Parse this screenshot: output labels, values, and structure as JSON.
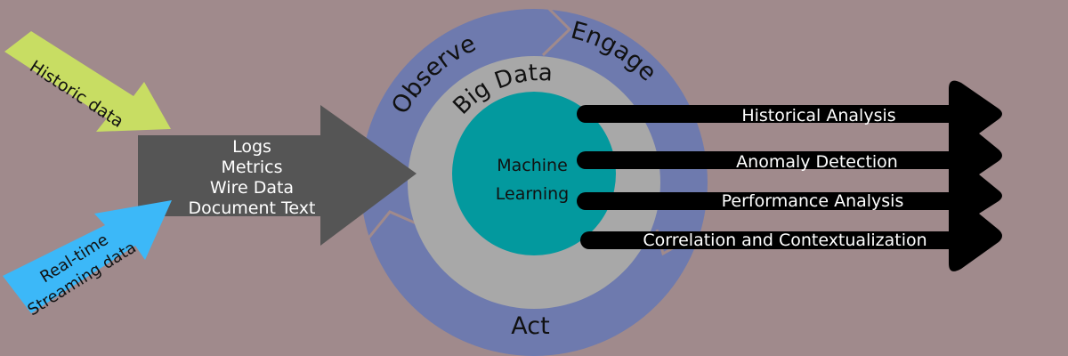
{
  "colors": {
    "background": "#a08a8c",
    "historic_arrow": "#c8dd63",
    "realtime_arrow": "#3cb8f8",
    "input_arrow": "#555555",
    "outer_ring": "#6e7aae",
    "big_data_ring": "#a8a8a8",
    "ml_core": "#03999e",
    "output_bars": "#000000",
    "text_dark": "#111111",
    "text_light": "#ffffff"
  },
  "inputs": {
    "historic": {
      "label": "Historic data"
    },
    "realtime": {
      "line1": "Real-time",
      "line2": "Streaming data"
    }
  },
  "data_types": [
    "Logs",
    "Metrics",
    "Wire Data",
    "Document Text"
  ],
  "cycle": {
    "observe": "Observe",
    "engage": "Engage",
    "act": "Act"
  },
  "big_data": "Big Data",
  "machine_learning": {
    "line1": "Machine",
    "line2": "Learning"
  },
  "outputs": [
    "Historical Analysis",
    "Anomaly Detection",
    "Performance Analysis",
    "Correlation and Contextualization"
  ]
}
